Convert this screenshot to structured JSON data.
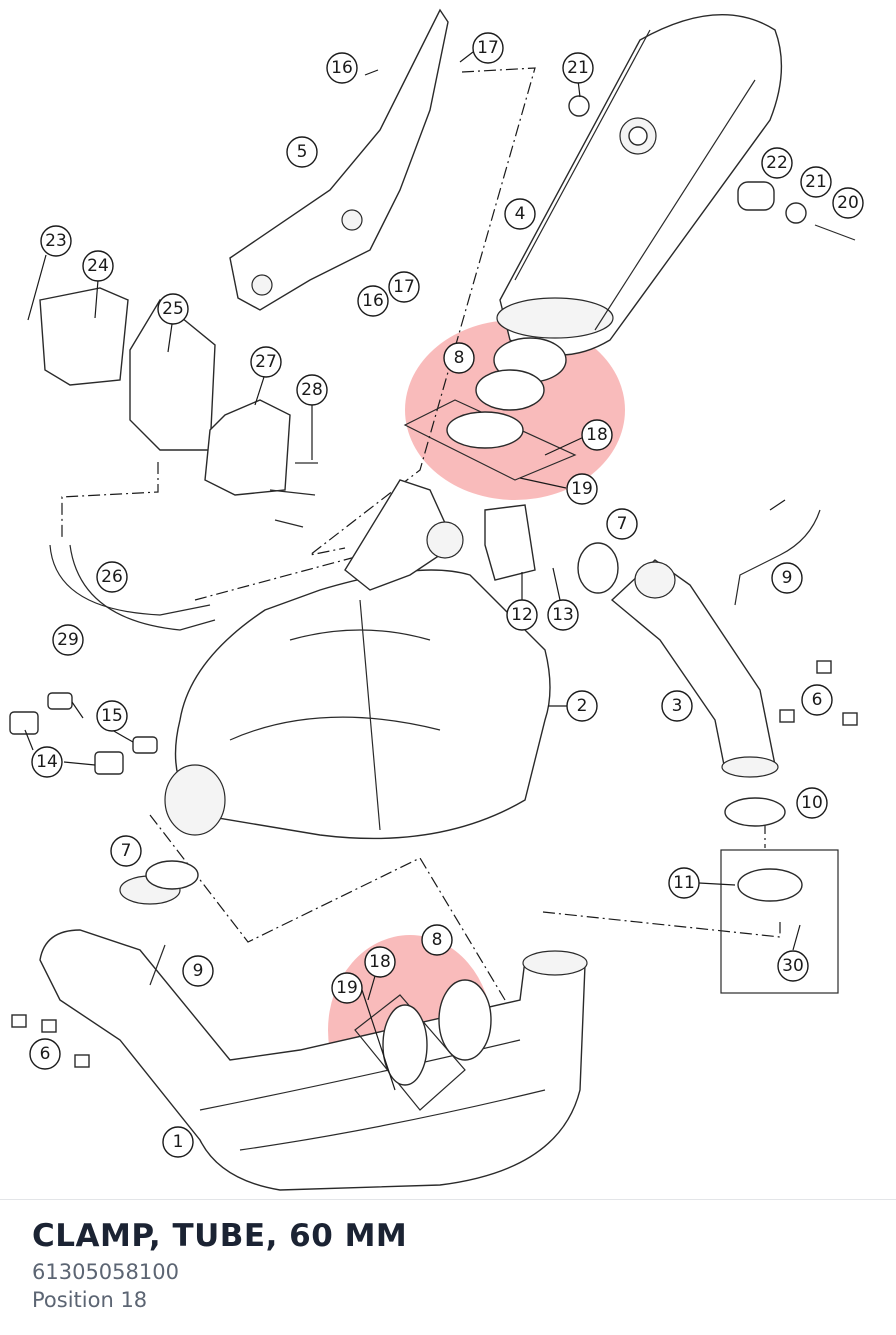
{
  "part": {
    "title": "CLAMP, TUBE, 60 MM",
    "number": "61305058100",
    "position": "Position 18"
  },
  "diagram": {
    "highlight_color": "#f7a1a1",
    "highlighted_callouts": [
      "8",
      "18",
      "19"
    ],
    "callouts": [
      {
        "id": "c1",
        "label": "1"
      },
      {
        "id": "c2",
        "label": "2"
      },
      {
        "id": "c3",
        "label": "3"
      },
      {
        "id": "c4",
        "label": "4"
      },
      {
        "id": "c5",
        "label": "5"
      },
      {
        "id": "c6a",
        "label": "6"
      },
      {
        "id": "c6b",
        "label": "6"
      },
      {
        "id": "c7a",
        "label": "7"
      },
      {
        "id": "c7b",
        "label": "7"
      },
      {
        "id": "c8a",
        "label": "8"
      },
      {
        "id": "c8b",
        "label": "8"
      },
      {
        "id": "c9a",
        "label": "9"
      },
      {
        "id": "c9b",
        "label": "9"
      },
      {
        "id": "c10",
        "label": "10"
      },
      {
        "id": "c11",
        "label": "11"
      },
      {
        "id": "c12",
        "label": "12"
      },
      {
        "id": "c13",
        "label": "13"
      },
      {
        "id": "c14",
        "label": "14"
      },
      {
        "id": "c15",
        "label": "15"
      },
      {
        "id": "c16a",
        "label": "16"
      },
      {
        "id": "c16b",
        "label": "16"
      },
      {
        "id": "c17a",
        "label": "17"
      },
      {
        "id": "c17b",
        "label": "17"
      },
      {
        "id": "c18a",
        "label": "18"
      },
      {
        "id": "c18b",
        "label": "18"
      },
      {
        "id": "c19a",
        "label": "19"
      },
      {
        "id": "c19b",
        "label": "19"
      },
      {
        "id": "c20",
        "label": "20"
      },
      {
        "id": "c21a",
        "label": "21"
      },
      {
        "id": "c21b",
        "label": "21"
      },
      {
        "id": "c22",
        "label": "22"
      },
      {
        "id": "c23",
        "label": "23"
      },
      {
        "id": "c24",
        "label": "24"
      },
      {
        "id": "c25",
        "label": "25"
      },
      {
        "id": "c26",
        "label": "26"
      },
      {
        "id": "c27",
        "label": "27"
      },
      {
        "id": "c28",
        "label": "28"
      },
      {
        "id": "c29",
        "label": "29"
      },
      {
        "id": "c30",
        "label": "30"
      }
    ]
  }
}
